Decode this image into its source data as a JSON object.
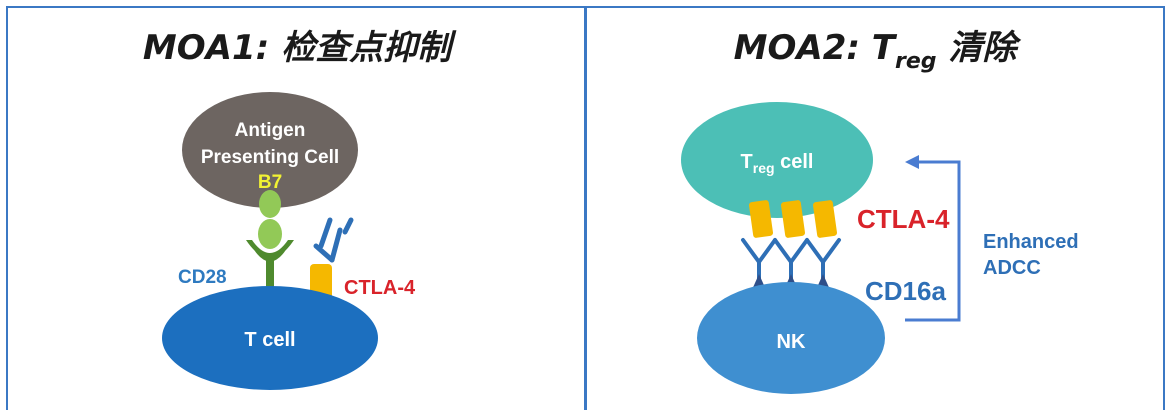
{
  "moa1": {
    "title": "MOA1: 检查点抑制",
    "apc_line1": "Antigen",
    "apc_line2": "Presenting Cell",
    "b7_label": "B7",
    "cd28_label": "CD28",
    "ctla4_label": "CTLA-4",
    "tcell_label": "T cell"
  },
  "moa2": {
    "title_prefix": "MOA2: T",
    "title_sub": "reg",
    "title_suffix": " 清除",
    "treg_main": "T",
    "treg_sub": "reg",
    "treg_suffix": " cell",
    "ctla4_label": "CTLA-4",
    "cd16a_label": "CD16a",
    "nk_label": "NK",
    "adcc_line1": "Enhanced",
    "adcc_line2": "ADCC"
  },
  "colors": {
    "border": "#3b78c4",
    "apc": "#6d6561",
    "b7": "#f2f233",
    "b7_ligand": "#92c957",
    "cd28": "#4f8a2e",
    "antibody": "#2e6fb6",
    "ctla4": "#f5b800",
    "ctla4_text": "#d9232a",
    "cd28_text": "#2e7ac0",
    "tcell": "#1c6fbf",
    "treg": "#4cbfb6",
    "nk": "#3f8fd0",
    "arrow": "#4a7cd1",
    "adcc_text": "#2e6fb6"
  }
}
